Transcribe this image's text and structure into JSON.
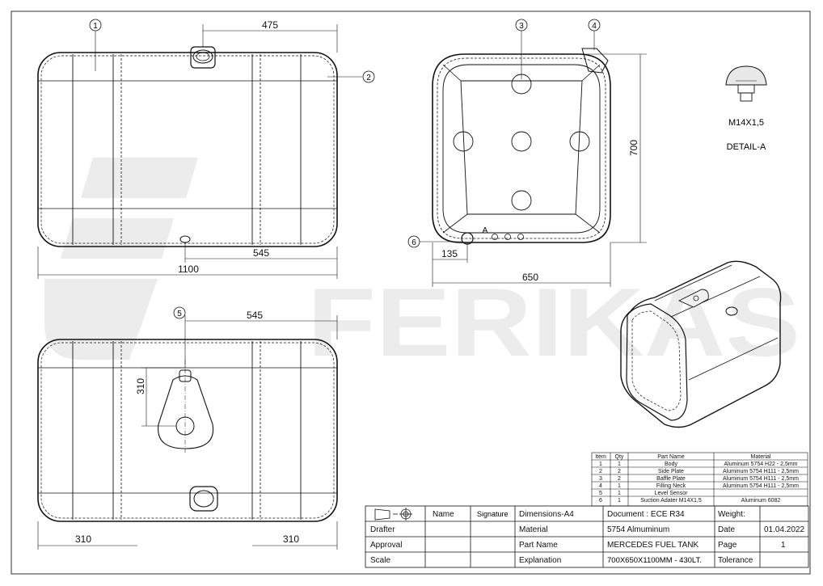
{
  "dimensions": {
    "side_top_width": "475",
    "side_total_length": "1100",
    "side_bottom_offset": "545",
    "front_height": "700",
    "front_width": "650",
    "front_offset": "135",
    "bottom_offset_top": "545",
    "bottom_height": "310",
    "bottom_left": "310",
    "bottom_right": "310"
  },
  "callouts": [
    "1",
    "2",
    "3",
    "4",
    "5",
    "6"
  ],
  "view_label_a": "A",
  "detail": {
    "thread": "M14X1,5",
    "title": "DETAIL-A"
  },
  "watermark": "FERIKAS",
  "bom": {
    "headers": [
      "Item",
      "Qty",
      "Part Name",
      "Material"
    ],
    "rows": [
      [
        "1",
        "1",
        "Body",
        "Aluminum 5754 H22 - 2,5mm"
      ],
      [
        "2",
        "2",
        "Side Plate",
        "Aluminum 5754 H111 - 2,5mm"
      ],
      [
        "3",
        "2",
        "Baffle Plate",
        "Aluminum 5754 H111 - 2,5mm"
      ],
      [
        "4",
        "1",
        "Filling Neck",
        "Aluminum 5754 H111 - 2,5mm"
      ],
      [
        "5",
        "1",
        "Level Sensor",
        ""
      ],
      [
        "6",
        "1",
        "Suction Adater M14X1,5",
        "Aluminum 6082"
      ]
    ]
  },
  "title_block": {
    "name": "Name",
    "signature": "Signature",
    "dimensions": "Dimensions-A4",
    "document": "Document : ECE R34",
    "weight": "Weight:",
    "drafter": "Drafter",
    "material_label": "Material",
    "material_value": "5754 Almuminum",
    "date_label": "Date",
    "date_value": "01.04.2022",
    "approval": "Approval",
    "part_name_label": "Part Name",
    "part_name_value": "MERCEDES FUEL TANK",
    "page_label": "Page",
    "page_value": "1",
    "scale": "Scale",
    "explanation_label": "Explanation",
    "explanation_value": "700X650X1100MM - 430LT.",
    "tolerance": "Tolerance"
  }
}
